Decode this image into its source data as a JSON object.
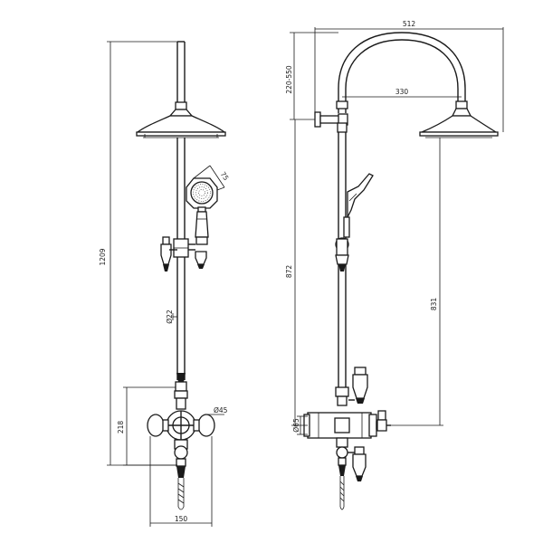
{
  "dimensions": {
    "front_overall_height": "1209",
    "handshower_diameter": "75",
    "riser_diameter": "Ø22",
    "valve_height": "218",
    "valve_diameter": "Ø45",
    "valve_centres": "150",
    "arm_length": "512",
    "arm_height": "220-550",
    "arm_reach": "330",
    "riser_height": "872",
    "head_drop": "831",
    "wall_diameter": "Ø65"
  }
}
